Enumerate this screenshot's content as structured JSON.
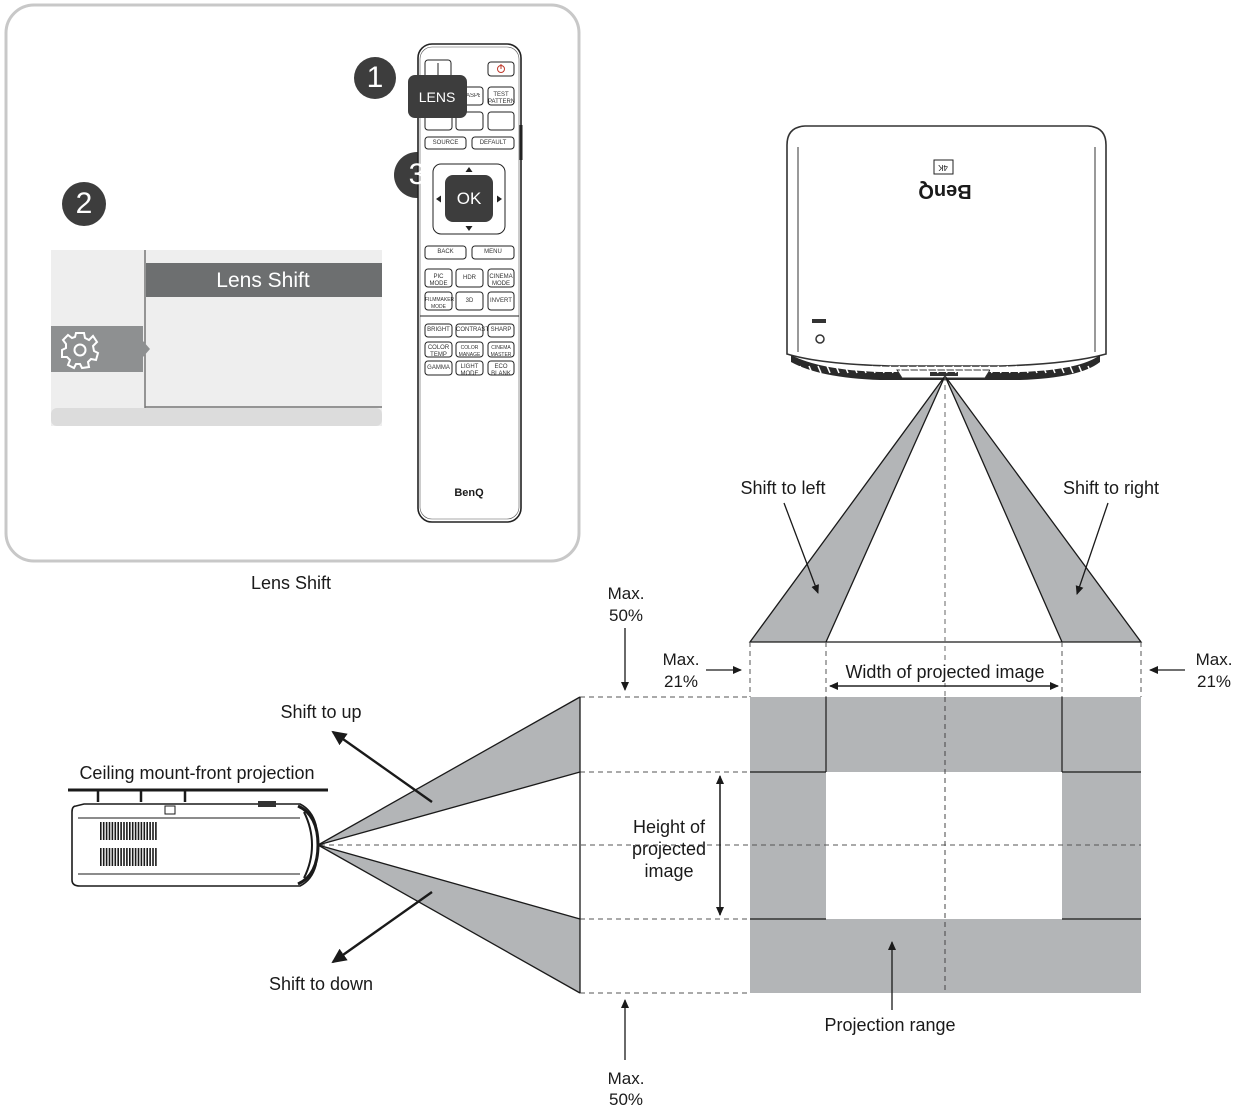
{
  "panel": {
    "caption": "Lens Shift",
    "step_numbers": [
      "1",
      "2",
      "3"
    ],
    "lens_key_label": "LENS",
    "ok_key_label": "OK",
    "menu_item_label": "Lens Shift",
    "remote": {
      "brand": "BenQ",
      "rows": [
        {
          "source": "SOURCE",
          "default": "DEFAULT"
        },
        {
          "back": "BACK",
          "menu": "MENU"
        }
      ],
      "aspect": "ASPECT",
      "test_pattern": "TEST PATTERN",
      "mode_keys": [
        "PIC MODE",
        "HDR",
        "CINEMA MODE"
      ],
      "mode_keys2": [
        "FILMMAKER MODE",
        "3D",
        "INVERT"
      ],
      "picture_keys": [
        "BRIGHT",
        "CONTRAST",
        "SHARP"
      ],
      "picture_keys2": [
        "COLOR TEMP",
        "COLOR MANAGE",
        "CINEMA MASTER"
      ],
      "picture_keys3": [
        "GAMMA",
        "LIGHT MODE",
        "ECO BLANK"
      ]
    }
  },
  "diagram": {
    "projector_logo": "BenQ",
    "projector_badge": "4K",
    "shift_left": "Shift to left",
    "shift_right": "Shift to right",
    "max_horizontal_left": [
      "Max.",
      "21%"
    ],
    "max_horizontal_right": [
      "Max.",
      "21%"
    ],
    "max_vertical_top": [
      "Max.",
      "50%"
    ],
    "max_vertical_bottom": [
      "Max.",
      "50%"
    ],
    "width_label": "Width of projected image",
    "height_label": [
      "Height of",
      "projected",
      "image"
    ],
    "shift_up": "Shift to up",
    "shift_down": "Shift to down",
    "ceiling_label": "Ceiling mount-front projection",
    "projection_range": "Projection range"
  },
  "colors": {
    "shaded": "#b3b5b7",
    "dark_badge": "#3d3d3d",
    "menu_bar": "#6d6f70",
    "menu_panel": "#eeeeee",
    "panel_border": "#c8c8c8"
  }
}
